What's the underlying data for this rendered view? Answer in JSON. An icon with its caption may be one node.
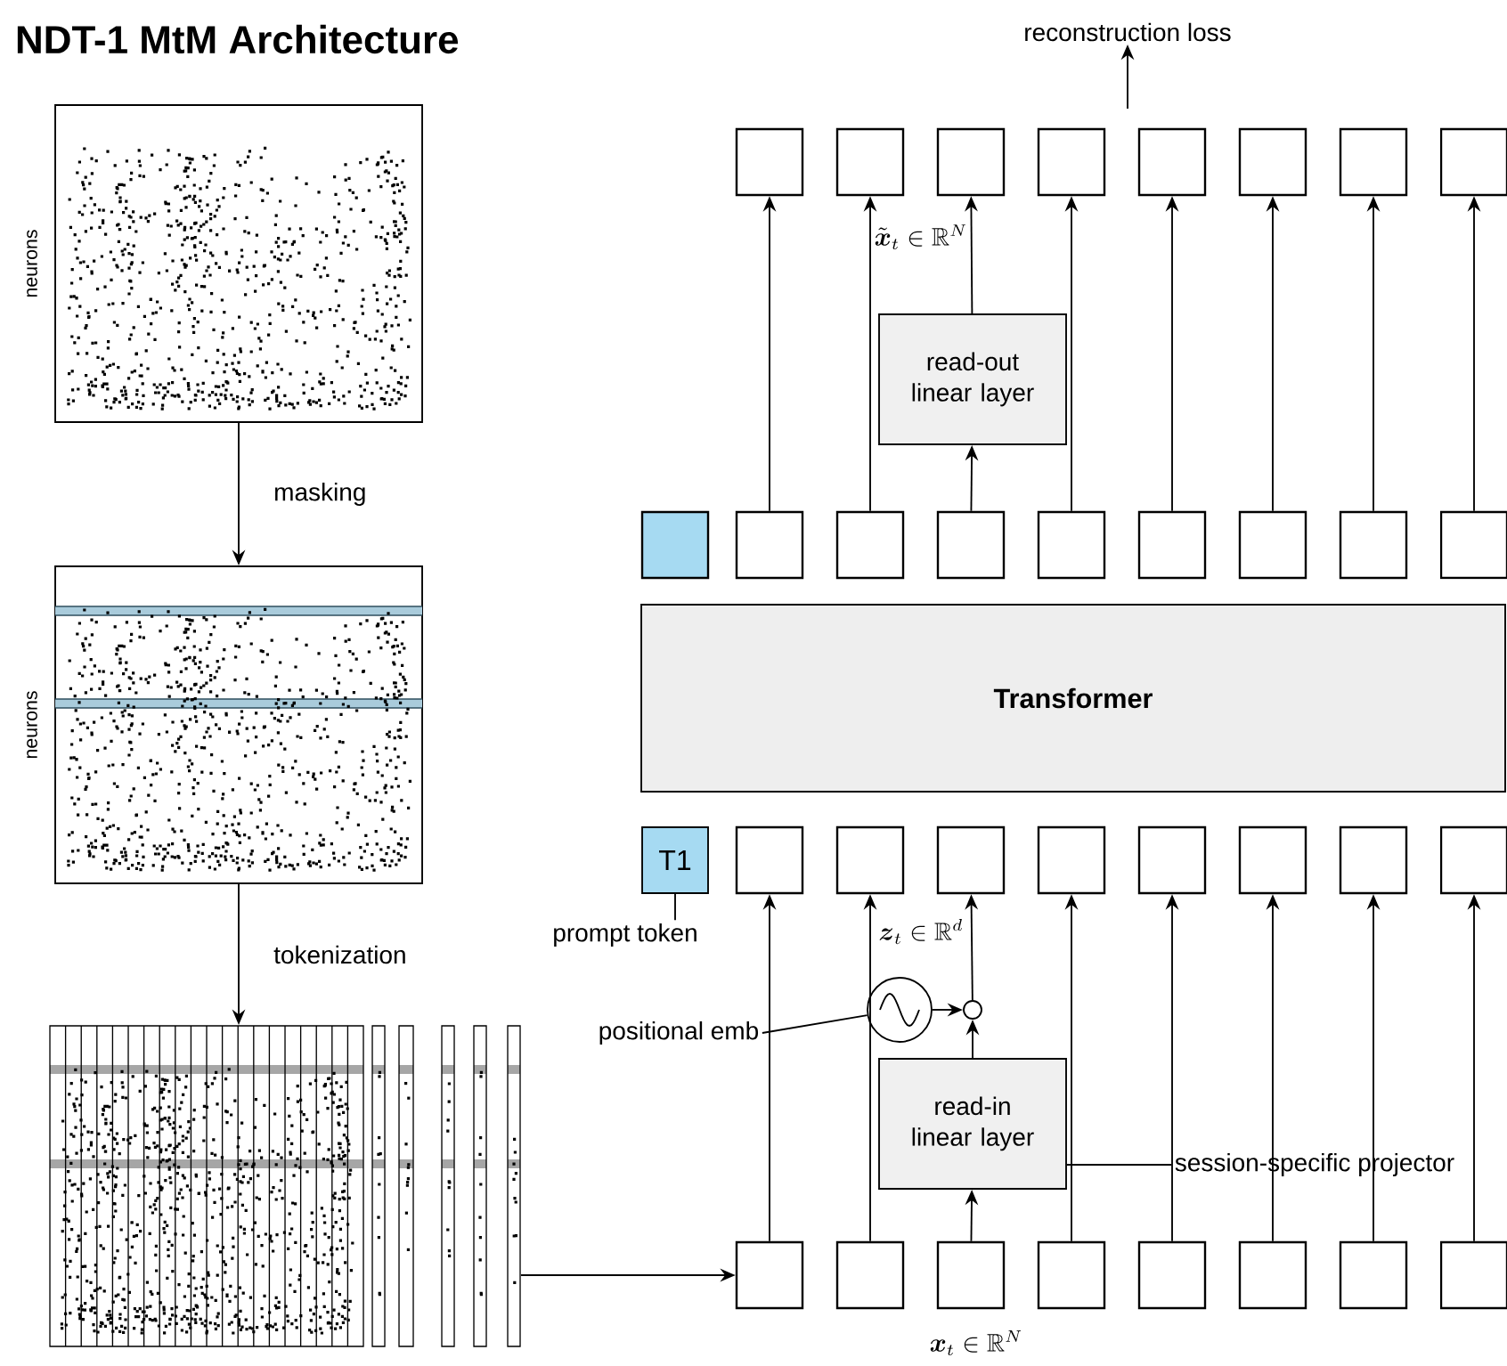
{
  "diagram": {
    "title": "NDT-1 MtM Architecture",
    "nodes": [
      {
        "text": [],
        "shape": "picture",
        "beside": [
          "neurons"
        ]
      },
      {
        "text": [],
        "shape": "picture",
        "beside": [
          "neurons"
        ]
      },
      {
        "text": [],
        "shape": "picture"
      },
      {
        "text": [],
        "shape": "box"
      },
      {
        "text": [],
        "shape": "box"
      },
      {
        "text": [],
        "shape": "box"
      },
      {
        "text": [],
        "shape": "box"
      },
      {
        "text": [],
        "shape": "box"
      },
      {
        "text": [],
        "shape": "box"
      },
      {
        "text": [],
        "shape": "box"
      },
      {
        "text": [],
        "shape": "box"
      },
      {
        "text": [
          "read-in linear layer"
        ]
      },
      {
        "text": [],
        "shape": "circle"
      },
      {
        "text": [],
        "shape": "circle"
      },
      {
        "text": [
          "T1"
        ]
      },
      {
        "text": [],
        "shape": "box"
      },
      {
        "text": [],
        "shape": "box"
      },
      {
        "text": [],
        "shape": "box"
      },
      {
        "text": [],
        "shape": "box"
      },
      {
        "text": [],
        "shape": "box"
      },
      {
        "text": [],
        "shape": "box"
      },
      {
        "text": [],
        "shape": "box"
      },
      {
        "text": [],
        "shape": "box"
      },
      {
        "text": [
          "Transformer"
        ]
      },
      {
        "text": [],
        "shape": "box"
      },
      {
        "text": [],
        "shape": "box"
      },
      {
        "text": [],
        "shape": "box"
      },
      {
        "text": [],
        "shape": "box"
      },
      {
        "text": [],
        "shape": "box"
      },
      {
        "text": [],
        "shape": "box"
      },
      {
        "text": [],
        "shape": "box"
      },
      {
        "text": [],
        "shape": "box"
      },
      {
        "text": [],
        "shape": "box"
      },
      {
        "text": [
          "read-out linear layer"
        ]
      },
      {
        "text": [],
        "shape": "box"
      },
      {
        "text": [],
        "shape": "box"
      },
      {
        "text": [],
        "shape": "box"
      },
      {
        "text": [],
        "shape": "box"
      },
      {
        "text": [],
        "shape": "box"
      },
      {
        "text": [],
        "shape": "box"
      },
      {
        "text": [],
        "shape": "box"
      },
      {
        "text": [],
        "shape": "box"
      },
      {
        "text": [
          "prompt token"
        ]
      },
      {
        "text": [
          "positional emb"
        ]
      },
      {
        "text": [
          "session-specific projector"
        ]
      },
      {
        "text": [
          "reconstruction loss"
        ]
      }
    ],
    "edges": [
      {
        "from": 0,
        "to": 1,
        "arrow": "to",
        "label": "masking"
      },
      {
        "from": 1,
        "to": 2,
        "arrow": "to",
        "label": "tokenization"
      },
      {
        "from": 2,
        "to": 3,
        "arrow": "to"
      },
      {
        "from": 3,
        "to": 15,
        "arrow": "to"
      },
      {
        "from": 4,
        "to": 16,
        "arrow": "to"
      },
      {
        "from": 6,
        "to": 18,
        "arrow": "to"
      },
      {
        "from": 7,
        "to": 19,
        "arrow": "to"
      },
      {
        "from": 8,
        "to": 20,
        "arrow": "to"
      },
      {
        "from": 9,
        "to": 21,
        "arrow": "to"
      },
      {
        "from": 10,
        "to": 22,
        "arrow": "to"
      },
      {
        "from": 5,
        "to": 11,
        "arrow": "to"
      },
      {
        "from": 11,
        "to": 13,
        "arrow": "to"
      },
      {
        "from": 12,
        "to": 13,
        "arrow": "to"
      },
      {
        "from": 13,
        "to": 17,
        "arrow": "to"
      },
      {
        "from": 42,
        "to": 14,
        "arrow": "none"
      },
      {
        "from": 43,
        "to": 12,
        "arrow": "none"
      },
      {
        "from": 44,
        "to": 11,
        "arrow": "none"
      },
      {
        "from": 25,
        "to": 34,
        "arrow": "to"
      },
      {
        "from": 26,
        "to": 35,
        "arrow": "to"
      },
      {
        "from": 28,
        "to": 37,
        "arrow": "to"
      },
      {
        "from": 29,
        "to": 38,
        "arrow": "to"
      },
      {
        "from": 30,
        "to": 39,
        "arrow": "to"
      },
      {
        "from": 31,
        "to": 40,
        "arrow": "to"
      },
      {
        "from": 32,
        "to": 41,
        "arrow": "to"
      },
      {
        "from": 27,
        "to": 33,
        "arrow": "to"
      },
      {
        "from": 33,
        "to": 36,
        "arrow": "to"
      },
      {
        "from": null,
        "to": 45,
        "arrow": "to"
      }
    ],
    "labels": [
      "\\tilde{\\boldsymbol{x}}_t \\in \\mathbb{R}^N",
      "\\boldsymbol{z}_t \\in \\mathbb{R}^d",
      "\\boldsymbol{x}_t \\in \\mathbb{R}^N"
    ]
  }
}
